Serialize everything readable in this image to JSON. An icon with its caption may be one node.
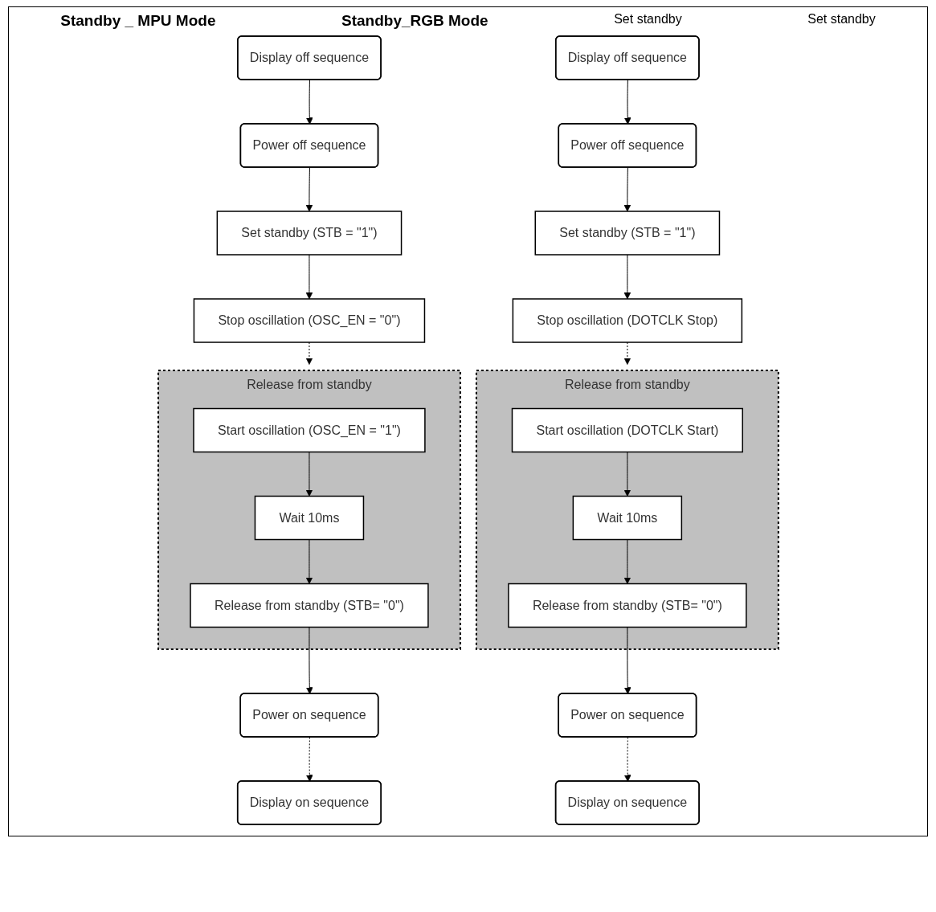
{
  "diagram": {
    "nodes": [
      {
        "text": [
          "Display off sequence"
        ]
      },
      {
        "text": [
          "Power off sequence"
        ]
      },
      {
        "text": [
          "Set standby (STB = \"1\")"
        ]
      },
      {
        "text": [
          "Stop oscillation (OSC_EN = \"0\")"
        ]
      },
      {
        "text": [
          "Release from standby"
        ]
      },
      {
        "text": [
          "Start oscillation (OSC_EN = \"1\")"
        ],
        "in": 4
      },
      {
        "text": [
          "Wait 10ms"
        ],
        "in": 4
      },
      {
        "text": [
          "Release from standby (STB= \"0\")"
        ],
        "in": 4
      },
      {
        "text": [
          "Power on sequence"
        ]
      },
      {
        "text": [
          "Display on sequence"
        ]
      },
      {
        "text": [
          "Display off sequence"
        ]
      },
      {
        "text": [
          "Power off sequence"
        ]
      },
      {
        "text": [
          "Set standby (STB = \"1\")"
        ]
      },
      {
        "text": [
          "Stop oscillation (DOTCLK Stop)"
        ]
      },
      {
        "text": [
          "Release from standby"
        ]
      },
      {
        "text": [
          "Start oscillation (DOTCLK Start)"
        ],
        "in": 14
      },
      {
        "text": [
          "Wait 10ms"
        ],
        "in": 14
      },
      {
        "text": [
          "Release from standby (STB= \"0\")"
        ],
        "in": 14
      },
      {
        "text": [
          "Power on sequence"
        ]
      },
      {
        "text": [
          "Display on sequence"
        ]
      }
    ],
    "edges": [
      {
        "from": 0,
        "to": 1,
        "arrow": "to"
      },
      {
        "from": 1,
        "to": 2,
        "arrow": "to"
      },
      {
        "from": 2,
        "to": 3,
        "arrow": "to"
      },
      {
        "from": 3,
        "to": 4,
        "arrow": "to",
        "style": "dashed"
      },
      {
        "from": 5,
        "to": 6,
        "arrow": "to"
      },
      {
        "from": 6,
        "to": 7,
        "arrow": "to"
      },
      {
        "from": 7,
        "to": 8,
        "arrow": "to"
      },
      {
        "from": 8,
        "to": 9,
        "arrow": "to",
        "style": "dashed"
      },
      {
        "from": 10,
        "to": 11,
        "arrow": "to"
      },
      {
        "from": 11,
        "to": 12,
        "arrow": "to"
      },
      {
        "from": 12,
        "to": 13,
        "arrow": "to"
      },
      {
        "from": 13,
        "to": 14,
        "arrow": "to",
        "style": "dashed"
      },
      {
        "from": 15,
        "to": 16,
        "arrow": "to"
      },
      {
        "from": 16,
        "to": 17,
        "arrow": "to"
      },
      {
        "from": 17,
        "to": 18,
        "arrow": "to"
      },
      {
        "from": 18,
        "to": 19,
        "arrow": "to",
        "style": "dashed"
      }
    ],
    "labels": [
      "Standby _ MPU Mode",
      "Standby_RGB Mode",
      "Set standby",
      "Set standby"
    ]
  }
}
